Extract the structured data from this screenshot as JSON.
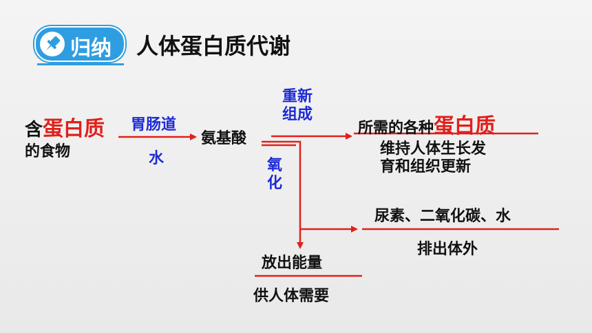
{
  "header": {
    "badge_label": "归纳",
    "badge_icon": "pushpin-icon",
    "title": "人体蛋白质代谢"
  },
  "source": {
    "prefix": "含",
    "highlight": "蛋白质",
    "line2": "的食物"
  },
  "step1": {
    "above": "胃肠道",
    "below": "水"
  },
  "amino_acid": "氨基酸",
  "branch_resynthesis": {
    "label_line1": "重新",
    "label_line2": "组成",
    "target_prefix": "所需的各种",
    "target_highlight": "蛋白质",
    "purpose_line1": "维持人体生长发",
    "purpose_line2": "育和组织更新"
  },
  "branch_oxidation": {
    "label_line1": "氧",
    "label_line2": "化",
    "products": "尿素、二氧化碳、水",
    "products_fate": "排出体外",
    "energy": "放出能量",
    "energy_use": "供人体需要"
  },
  "colors": {
    "accent_blue": "#2f9ee0",
    "arrow_red": "#e0201c",
    "label_blue": "#1d2bd6",
    "text_black": "#111111"
  }
}
